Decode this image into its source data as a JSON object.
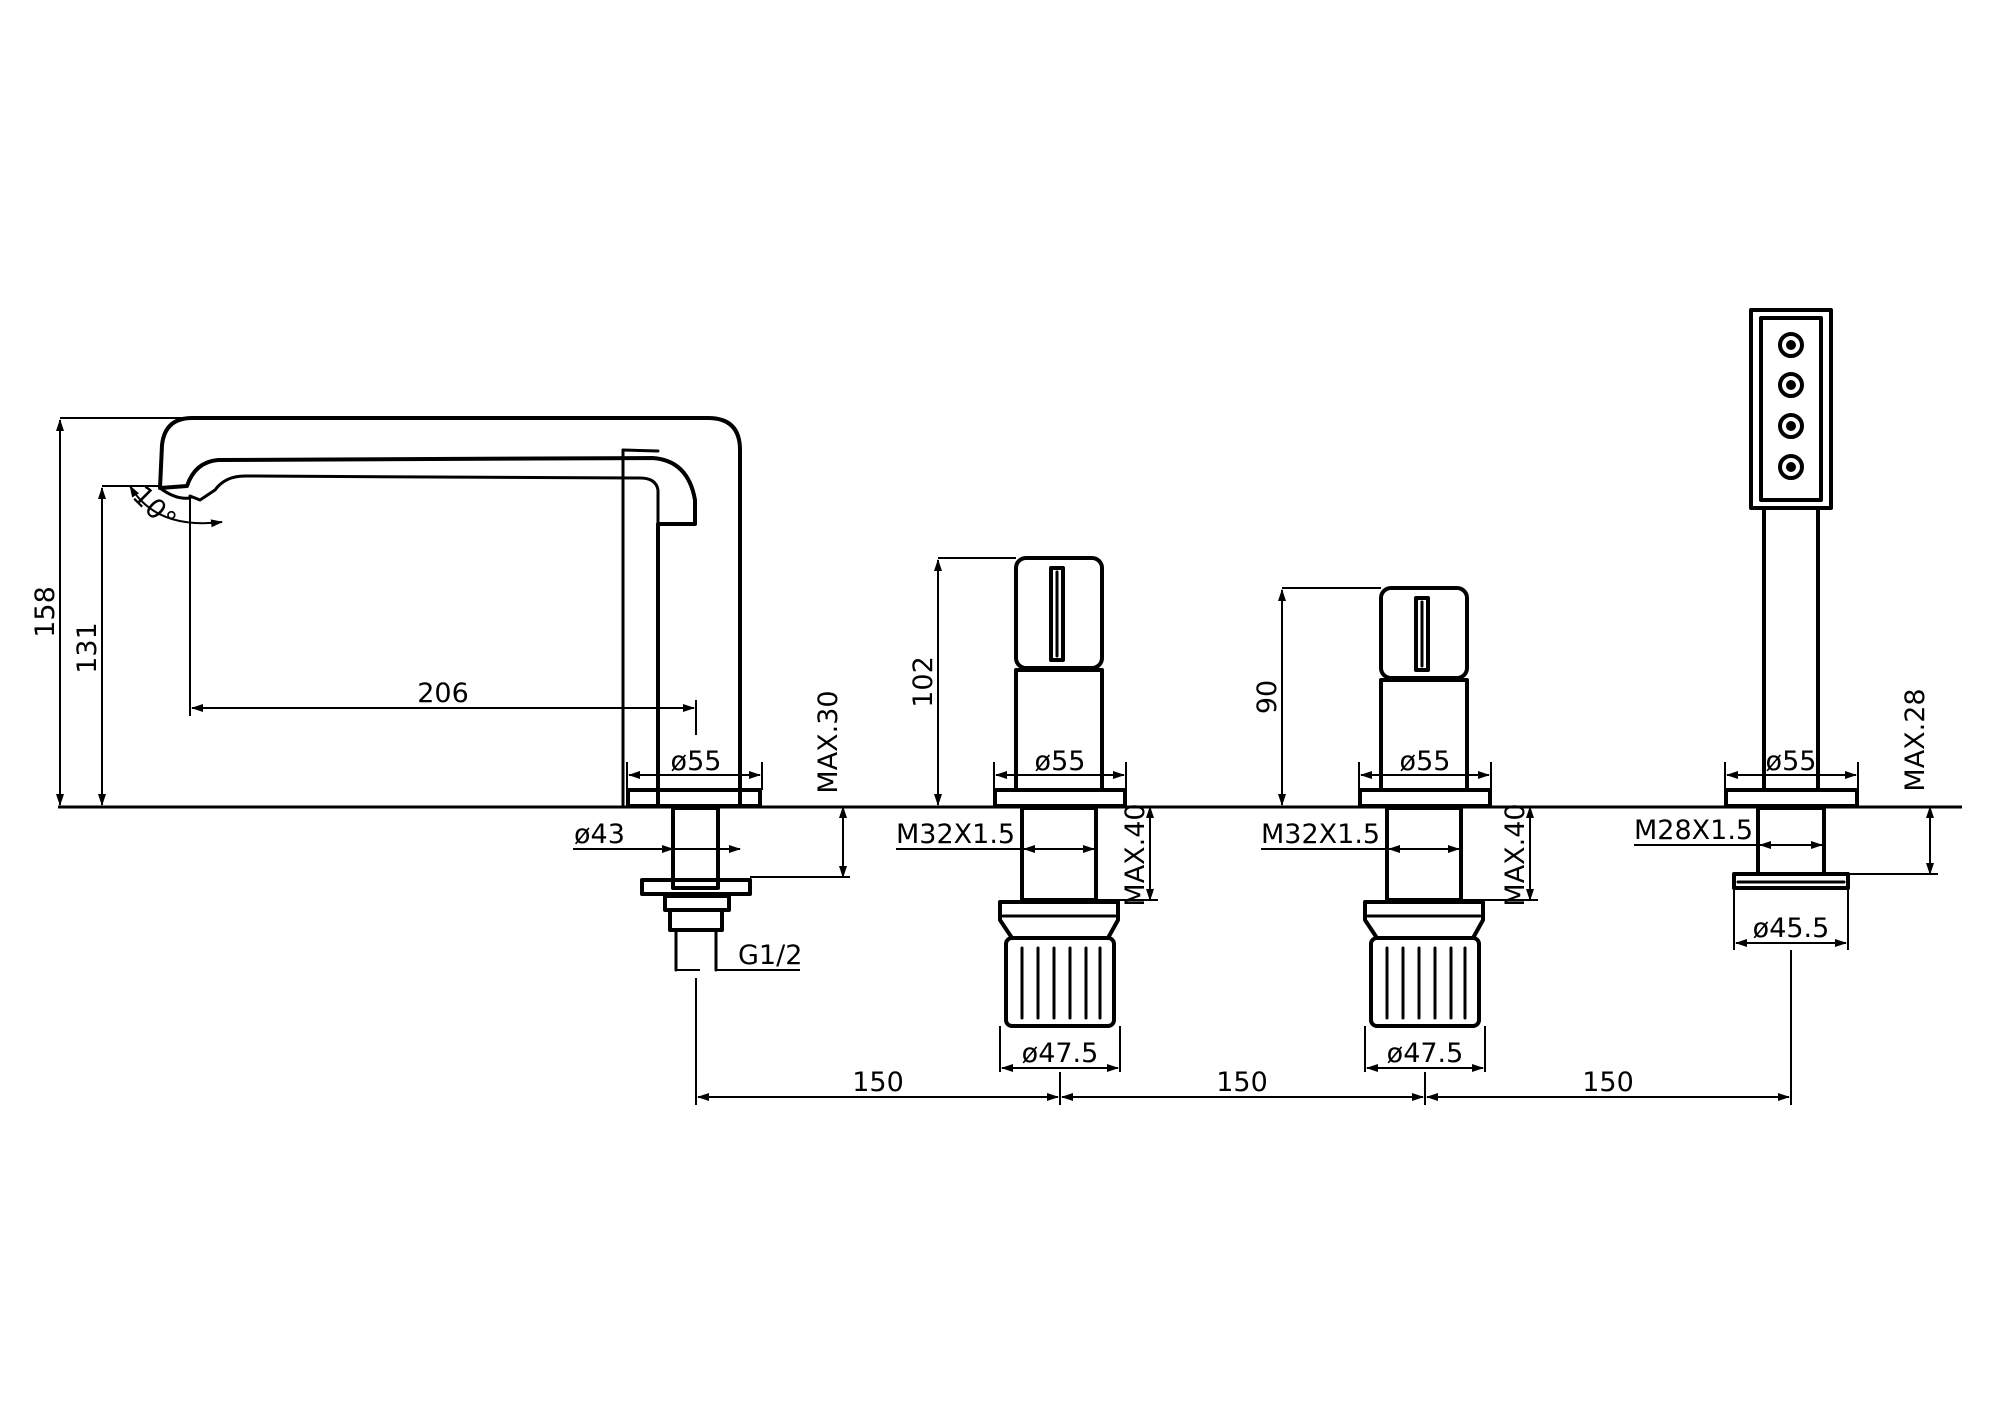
{
  "drawing": {
    "labels": {
      "height_158": "158",
      "height_131": "131",
      "angle_10": "10°",
      "reach_206": "206",
      "spout_dia": "ø55",
      "spout_max": "MAX.30",
      "spout_dia43": "ø43",
      "spout_thread": "G1/2",
      "valve1_height": "102",
      "valve1_dia": "ø55",
      "valve1_thread": "M32X1.5",
      "valve1_max": "MAX.40",
      "valve1_nut": "ø47.5",
      "valve2_height": "90",
      "valve2_dia": "ø55",
      "valve2_thread": "M32X1.5",
      "valve2_max": "MAX.40",
      "valve2_nut": "ø47.5",
      "shower_dia": "ø55",
      "shower_thread": "M28X1.5",
      "shower_max": "MAX.28",
      "shower_nut": "ø45.5",
      "spacing_1": "150",
      "spacing_2": "150",
      "spacing_3": "150"
    }
  }
}
